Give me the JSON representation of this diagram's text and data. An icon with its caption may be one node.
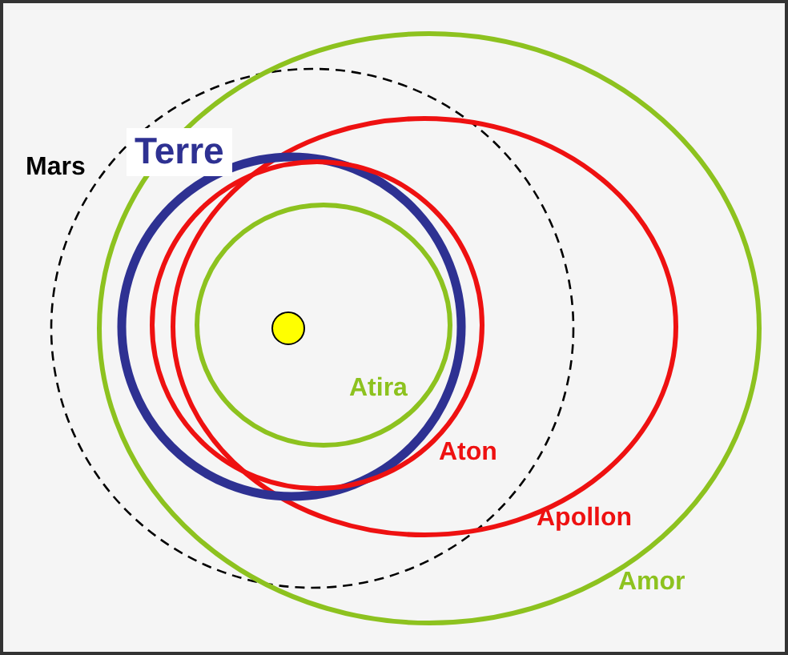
{
  "diagram": {
    "labels": [
      "Mars",
      "Terre",
      "Atira",
      "Aton",
      "Apollon",
      "Amor"
    ]
  }
}
